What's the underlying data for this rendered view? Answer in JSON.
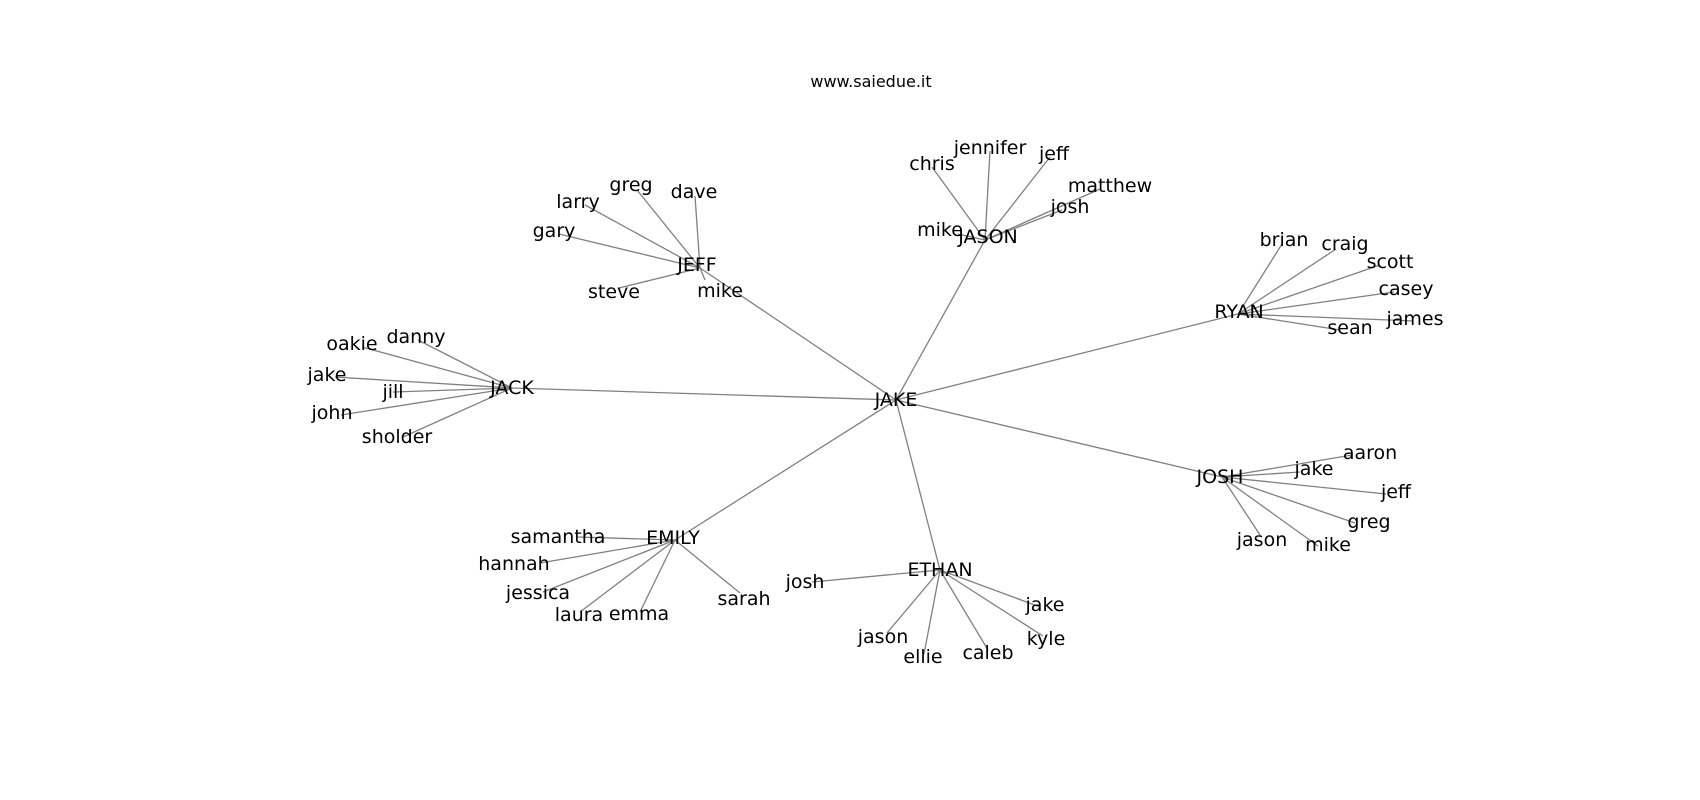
{
  "title": "www.saiedue.it",
  "colors": {
    "edge": "#808080",
    "text": "#000000",
    "background": "#ffffff"
  },
  "root": "JAKE",
  "groups": [
    {
      "hub": "JEFF",
      "children": [
        "greg",
        "dave",
        "larry",
        "gary",
        "steve",
        "mike"
      ]
    },
    {
      "hub": "JASON",
      "children": [
        "chris",
        "jennifer",
        "jeff",
        "matthew",
        "josh",
        "mike"
      ]
    },
    {
      "hub": "RYAN",
      "children": [
        "brian",
        "craig",
        "scott",
        "casey",
        "james",
        "sean"
      ]
    },
    {
      "hub": "JACK",
      "children": [
        "danny",
        "oakie",
        "jake",
        "jill",
        "john",
        "sholder"
      ]
    },
    {
      "hub": "JOSH",
      "children": [
        "aaron",
        "jake",
        "jeff",
        "greg",
        "mike",
        "jason"
      ]
    },
    {
      "hub": "EMILY",
      "children": [
        "samantha",
        "hannah",
        "jessica",
        "laura",
        "emma",
        "sarah"
      ]
    },
    {
      "hub": "ETHAN",
      "children": [
        "josh",
        "jake",
        "kyle",
        "caleb",
        "ellie",
        "jason"
      ]
    }
  ]
}
